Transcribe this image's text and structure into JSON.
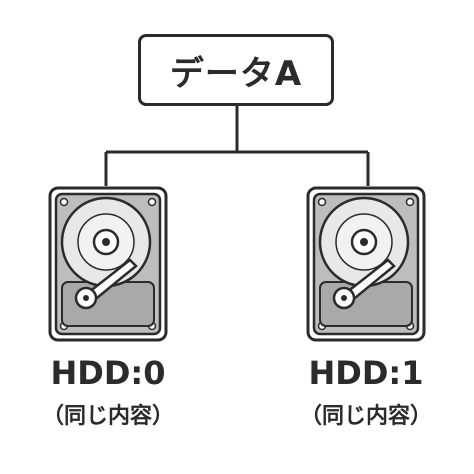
{
  "diagram": {
    "root": {
      "label": "データA"
    },
    "drives": [
      {
        "name": "HDD:0",
        "note": "（同じ内容）",
        "icon": "hard-drive-icon"
      },
      {
        "name": "HDD:1",
        "note": "（同じ内容）",
        "icon": "hard-drive-icon"
      }
    ],
    "colors": {
      "stroke": "#2b2b2b",
      "case": "#bdbdbd",
      "platter": "#e8e8e8",
      "background": "#ffffff"
    }
  }
}
